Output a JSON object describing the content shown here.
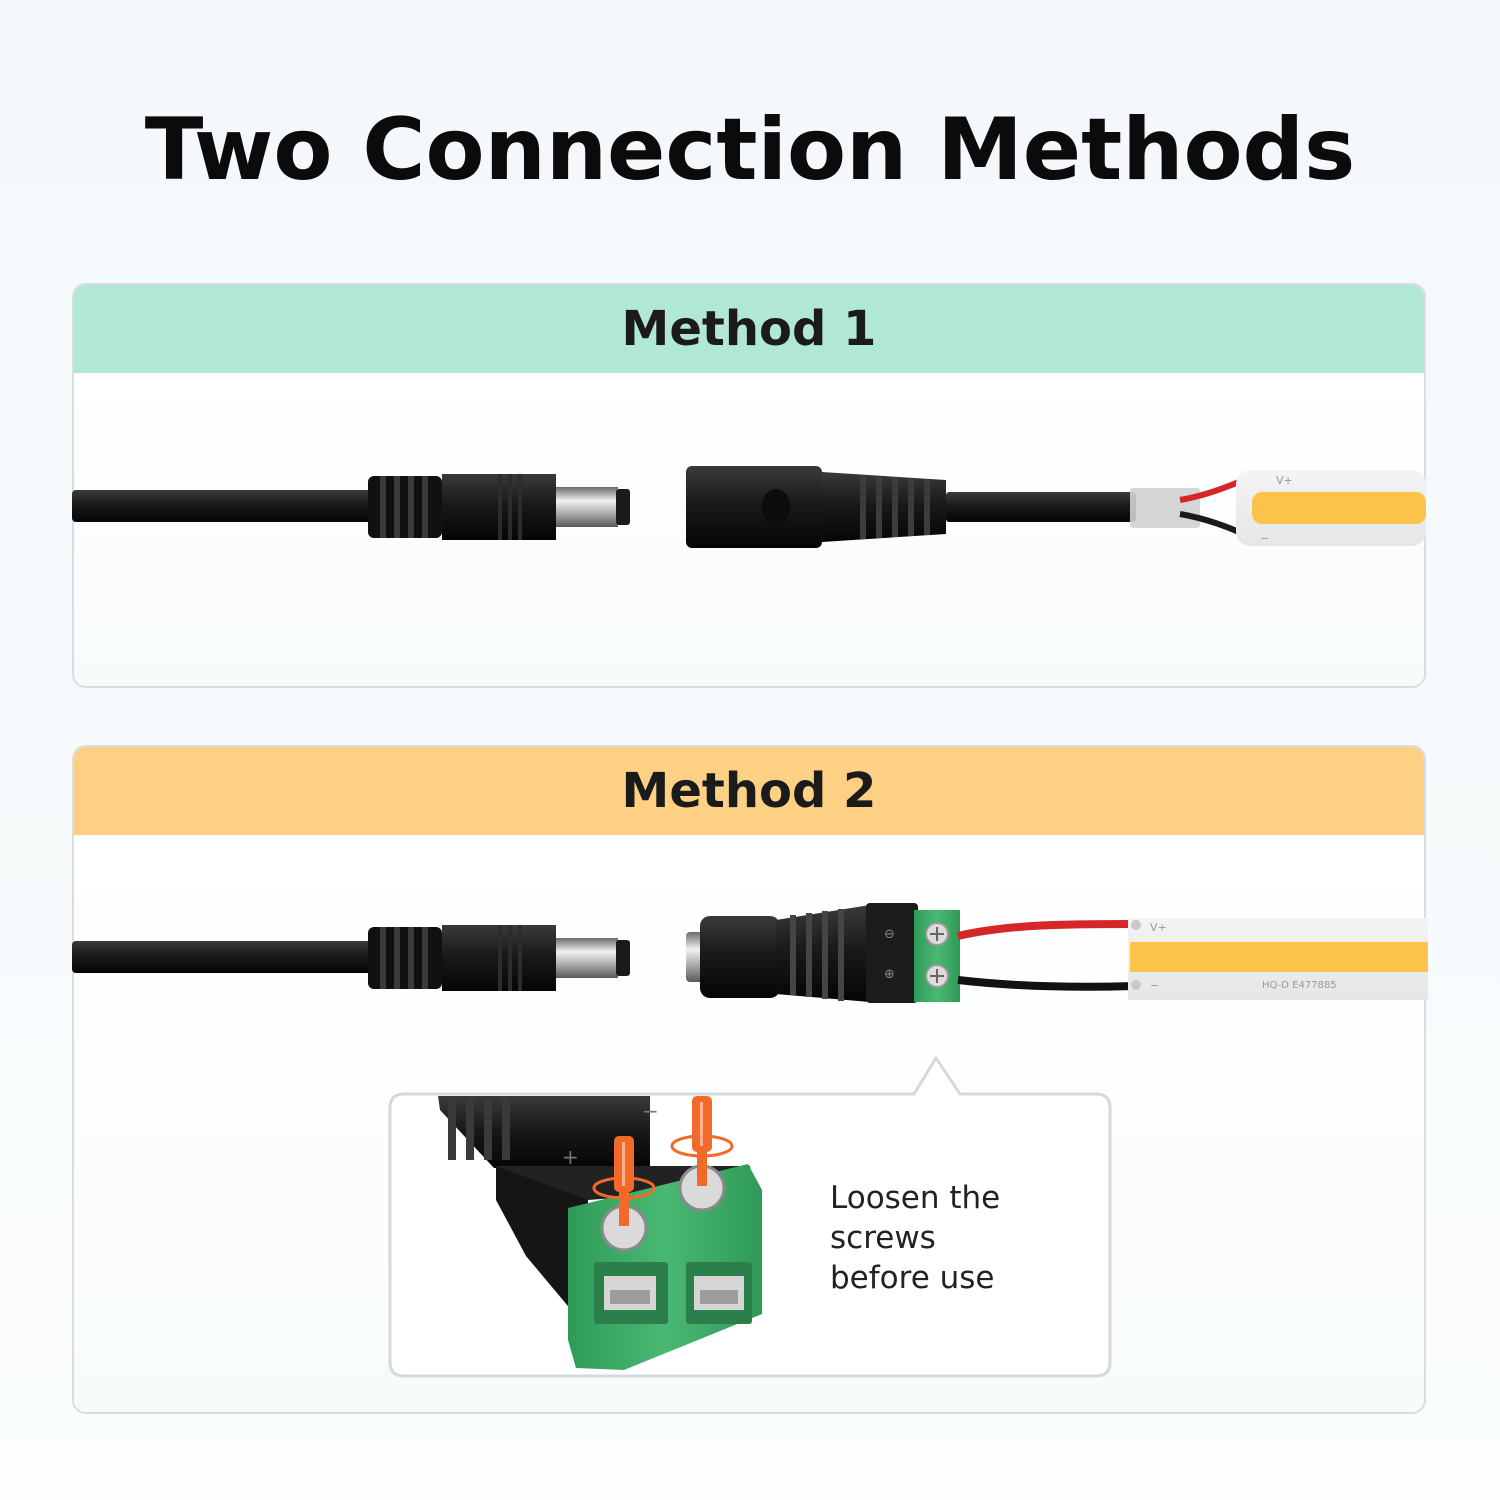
{
  "title": "Two Connection Methods",
  "methods": [
    {
      "label": "Method 1",
      "header_color": "#b1e8d3",
      "strip_labels": {
        "positive": "V+",
        "negative": "−"
      }
    },
    {
      "label": "Method 2",
      "header_color": "#fed084",
      "strip_labels": {
        "positive": "V+",
        "negative": "−",
        "marking": "HQ-D  E477885"
      },
      "callout": {
        "lines": [
          "Loosen the",
          "screws",
          "before use"
        ],
        "terminal_symbols": {
          "positive": "+",
          "negative": "−"
        }
      }
    }
  ],
  "colors": {
    "method1_header": "#b1e8d3",
    "method2_header": "#fed084",
    "led_chip": "#fcc34a",
    "terminal_green": "#3fae6a",
    "screwdriver_orange": "#f26a2a",
    "wire_red": "#d7262a"
  },
  "icons": [
    "dc-male-plug-icon",
    "dc-female-jack-icon",
    "cob-led-strip-icon",
    "terminal-block-adapter-icon",
    "screwdriver-icon"
  ]
}
